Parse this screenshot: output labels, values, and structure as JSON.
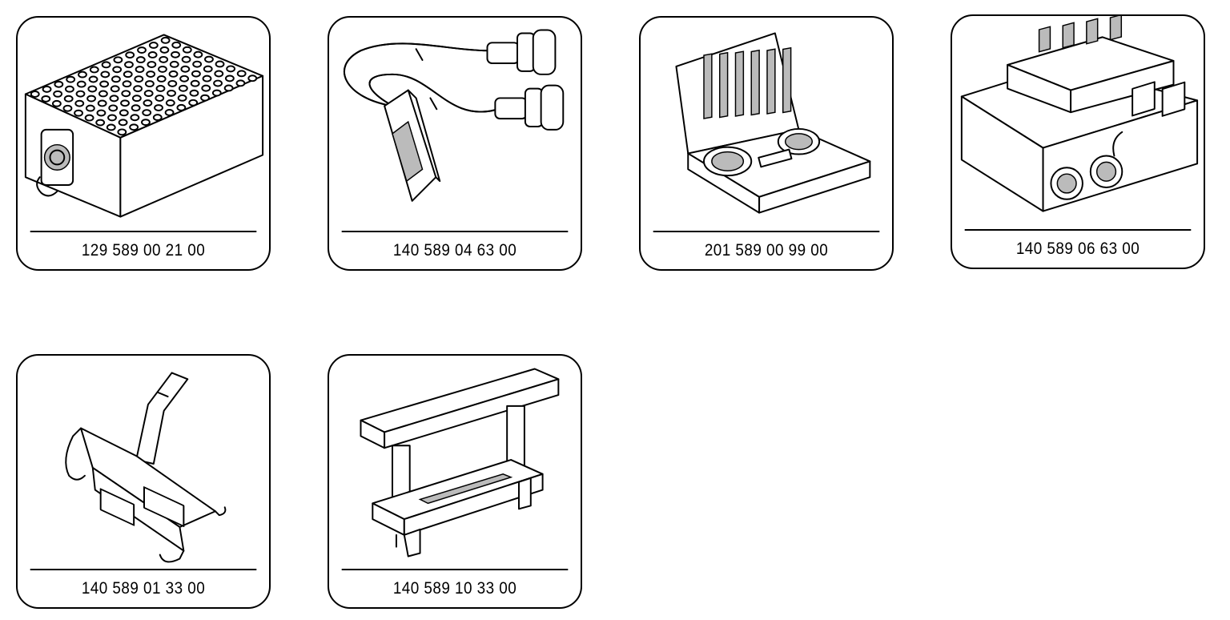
{
  "tools": [
    {
      "part_number": "129 589 00 21 00",
      "icon": "test-adapter-box-icon"
    },
    {
      "part_number": "140 589 04 63 00",
      "icon": "adapter-cable-icon"
    },
    {
      "part_number": "201 589 00 99 00",
      "icon": "tool-case-icon"
    },
    {
      "part_number": "140 589 06 63 00",
      "icon": "connector-box-icon"
    },
    {
      "part_number": "140 589 01 33 00",
      "icon": "holding-fixture-icon"
    },
    {
      "part_number": "140 589 10 33 00",
      "icon": "support-stand-icon"
    }
  ]
}
